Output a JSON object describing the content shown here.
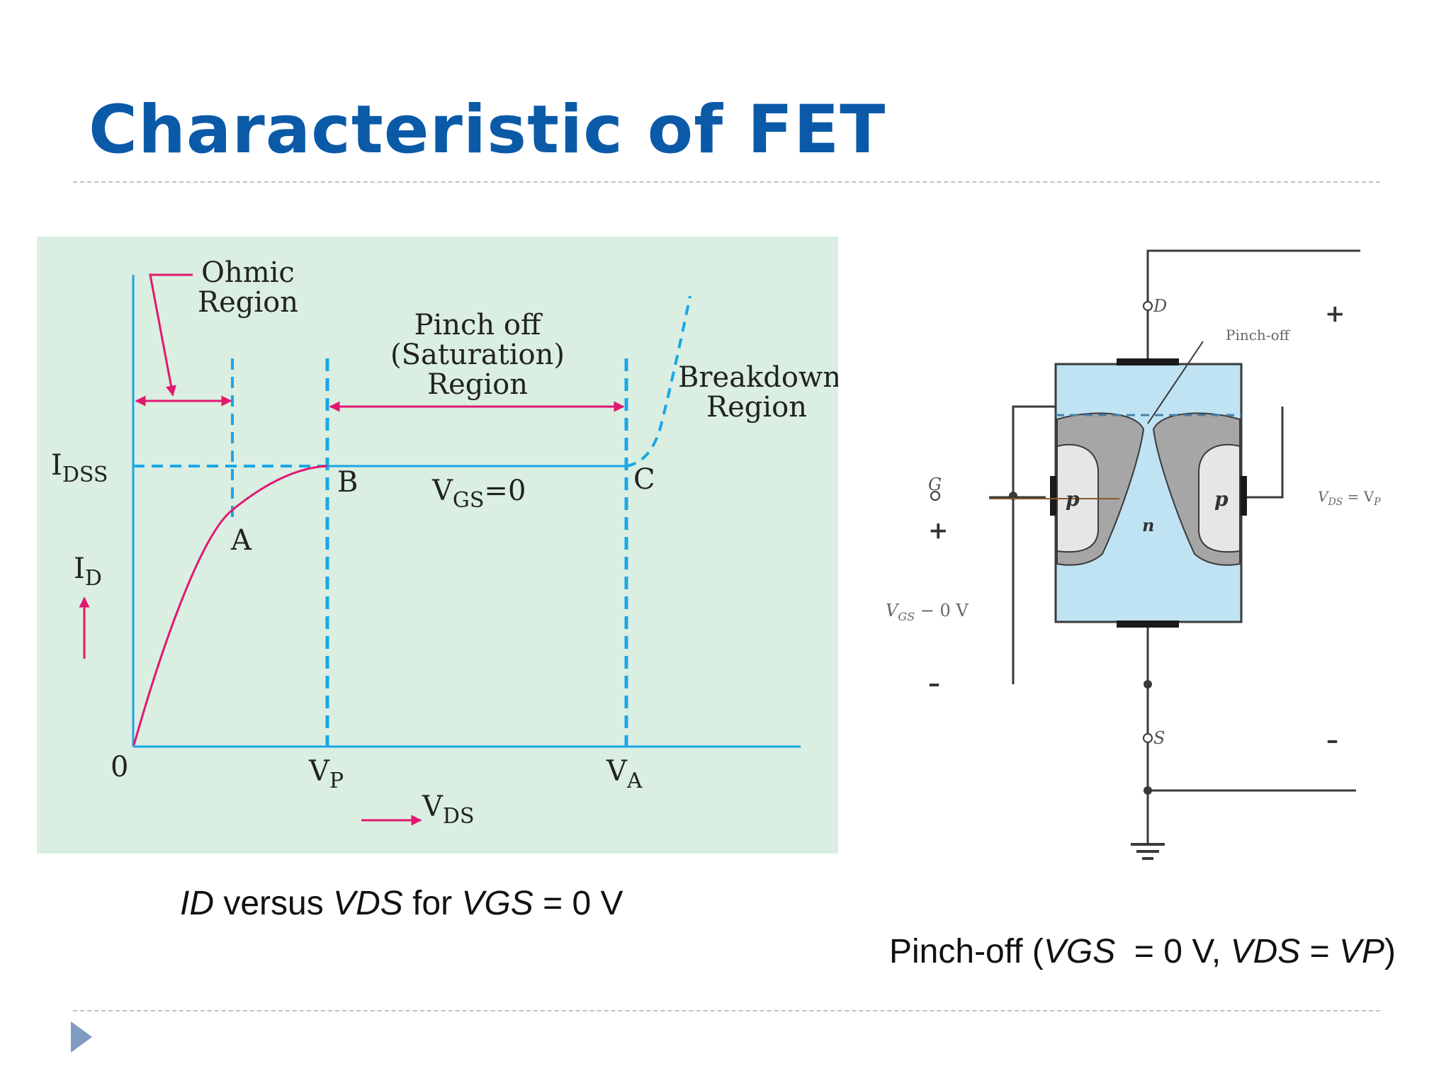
{
  "slide": {
    "title": "Characteristic of FET"
  },
  "graph": {
    "background": "#daeee1",
    "axis_color": "#19a7e8",
    "curve_color": "#e2176f",
    "labels": {
      "ohmic_line1": "Ohmic",
      "ohmic_line2": "Region",
      "pinch_line1": "Pinch off",
      "pinch_line2": "(Saturation)",
      "pinch_line3": "Region",
      "breakdown_line1": "Breakdown",
      "breakdown_line2": "Region",
      "idss_main": "I",
      "idss_sub": "DSS",
      "id_main": "I",
      "id_sub": "D",
      "vgs_main": "V",
      "vgs_sub": "GS",
      "vgs_rest": "=0",
      "point_a": "A",
      "point_b": "B",
      "point_c": "C",
      "origin": "0",
      "vp_main": "V",
      "vp_sub": "P",
      "va_main": "V",
      "va_sub": "A",
      "vds_main": "V",
      "vds_sub": "DS"
    }
  },
  "circuit": {
    "channel_color": "#bfe3f3",
    "depletion_color": "#a6a6a6",
    "p_region_color": "#e6e6e6",
    "labels": {
      "drain": "D",
      "source": "S",
      "gate": "G",
      "pinch_off": "Pinch-off",
      "p_left": "p",
      "p_right": "p",
      "n": "n",
      "plus_top": "+",
      "minus_bottom": "–",
      "plus_gate": "+",
      "minus_gate": "–",
      "vgs_label": "V",
      "vgs_sub": "GS",
      "vgs_value": " − 0 V",
      "vds_label": "V",
      "vds_sub": "DS",
      "vds_eq": " = V",
      "vds_sub2": "P"
    }
  },
  "captions": {
    "left": {
      "p1": "ID",
      "p2": " versus ",
      "p3": "VDS",
      "p4": " for ",
      "p5": "VGS",
      "p6": " = 0 V"
    },
    "right": {
      "p1": "Pinch-off (",
      "p2": "VGS",
      "p3": "  = 0 V, ",
      "p4": "VDS",
      "p5": " = ",
      "p6": "VP",
      "p7": ")"
    }
  }
}
